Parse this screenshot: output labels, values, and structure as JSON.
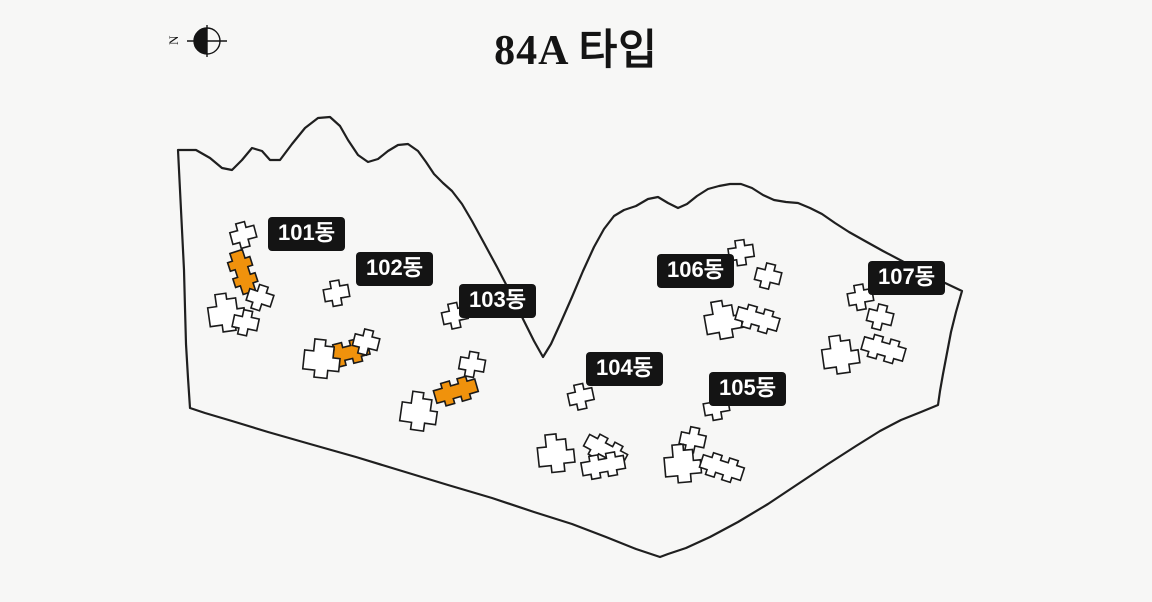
{
  "page": {
    "title": "84A 타입"
  },
  "compass": {
    "label": "N"
  },
  "buildings": [
    {
      "label": "101동",
      "highlighted": true
    },
    {
      "label": "102동",
      "highlighted": true
    },
    {
      "label": "103동",
      "highlighted": true
    },
    {
      "label": "104동",
      "highlighted": false
    },
    {
      "label": "105동",
      "highlighted": false
    },
    {
      "label": "106동",
      "highlighted": false
    },
    {
      "label": "107동",
      "highlighted": false
    }
  ],
  "colors": {
    "highlight": "#f0920c",
    "badge_background": "#141414",
    "badge_text": "#ffffff",
    "outline": "#1f1f1f",
    "background": "#f7f7f6"
  }
}
